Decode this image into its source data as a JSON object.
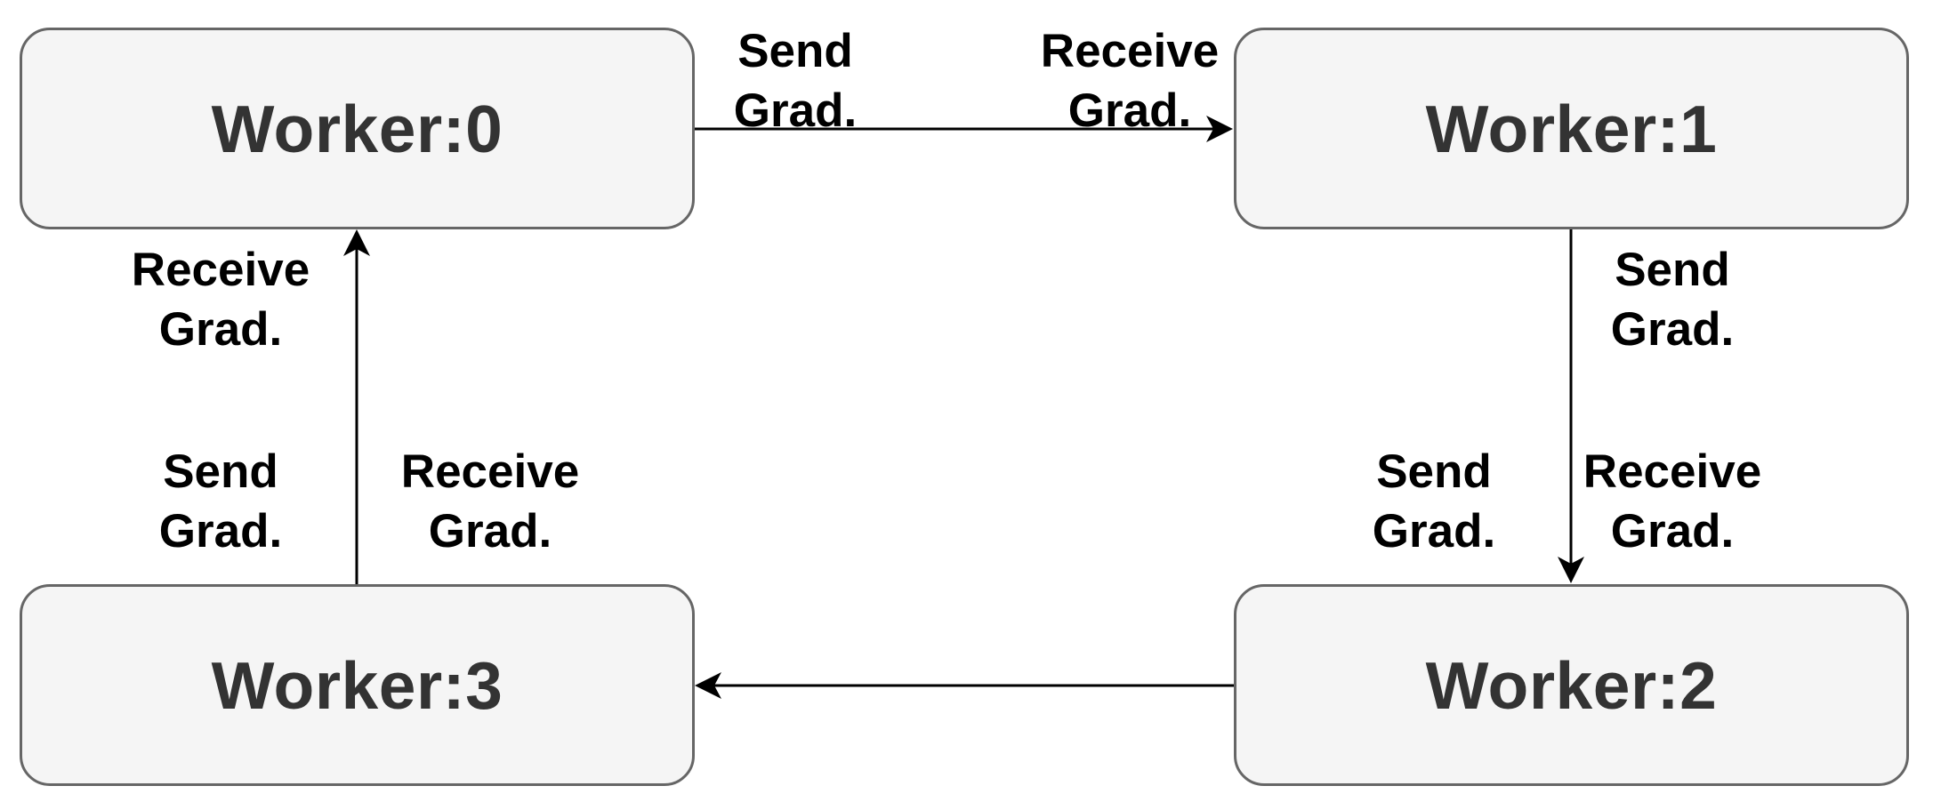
{
  "workers": [
    {
      "id": "w0",
      "label": "Worker:0"
    },
    {
      "id": "w1",
      "label": "Worker:1"
    },
    {
      "id": "w2",
      "label": "Worker:2"
    },
    {
      "id": "w3",
      "label": "Worker:3"
    }
  ],
  "edge_labels": {
    "w0_to_w1_send": {
      "line1": "Send",
      "line2": "Grad."
    },
    "w0_to_w1_receive": {
      "line1": "Receive",
      "line2": "Grad."
    },
    "w1_to_w2_send": {
      "line1": "Send",
      "line2": "Grad."
    },
    "w1_to_w2_receive": {
      "line1": "Receive",
      "line2": "Grad."
    },
    "w2_to_w3_send": {
      "line1": "Send",
      "line2": "Grad."
    },
    "w3_to_w0_receive_bottom": {
      "line1": "Receive",
      "line2": "Grad."
    },
    "w3_to_w0_send": {
      "line1": "Send",
      "line2": "Grad."
    },
    "w3_to_w0_receive_top": {
      "line1": "Receive",
      "line2": "Grad."
    }
  },
  "colors": {
    "node_fill": "#f5f5f5",
    "node_border": "#666666",
    "node_text": "#333333",
    "edge": "#000000"
  }
}
